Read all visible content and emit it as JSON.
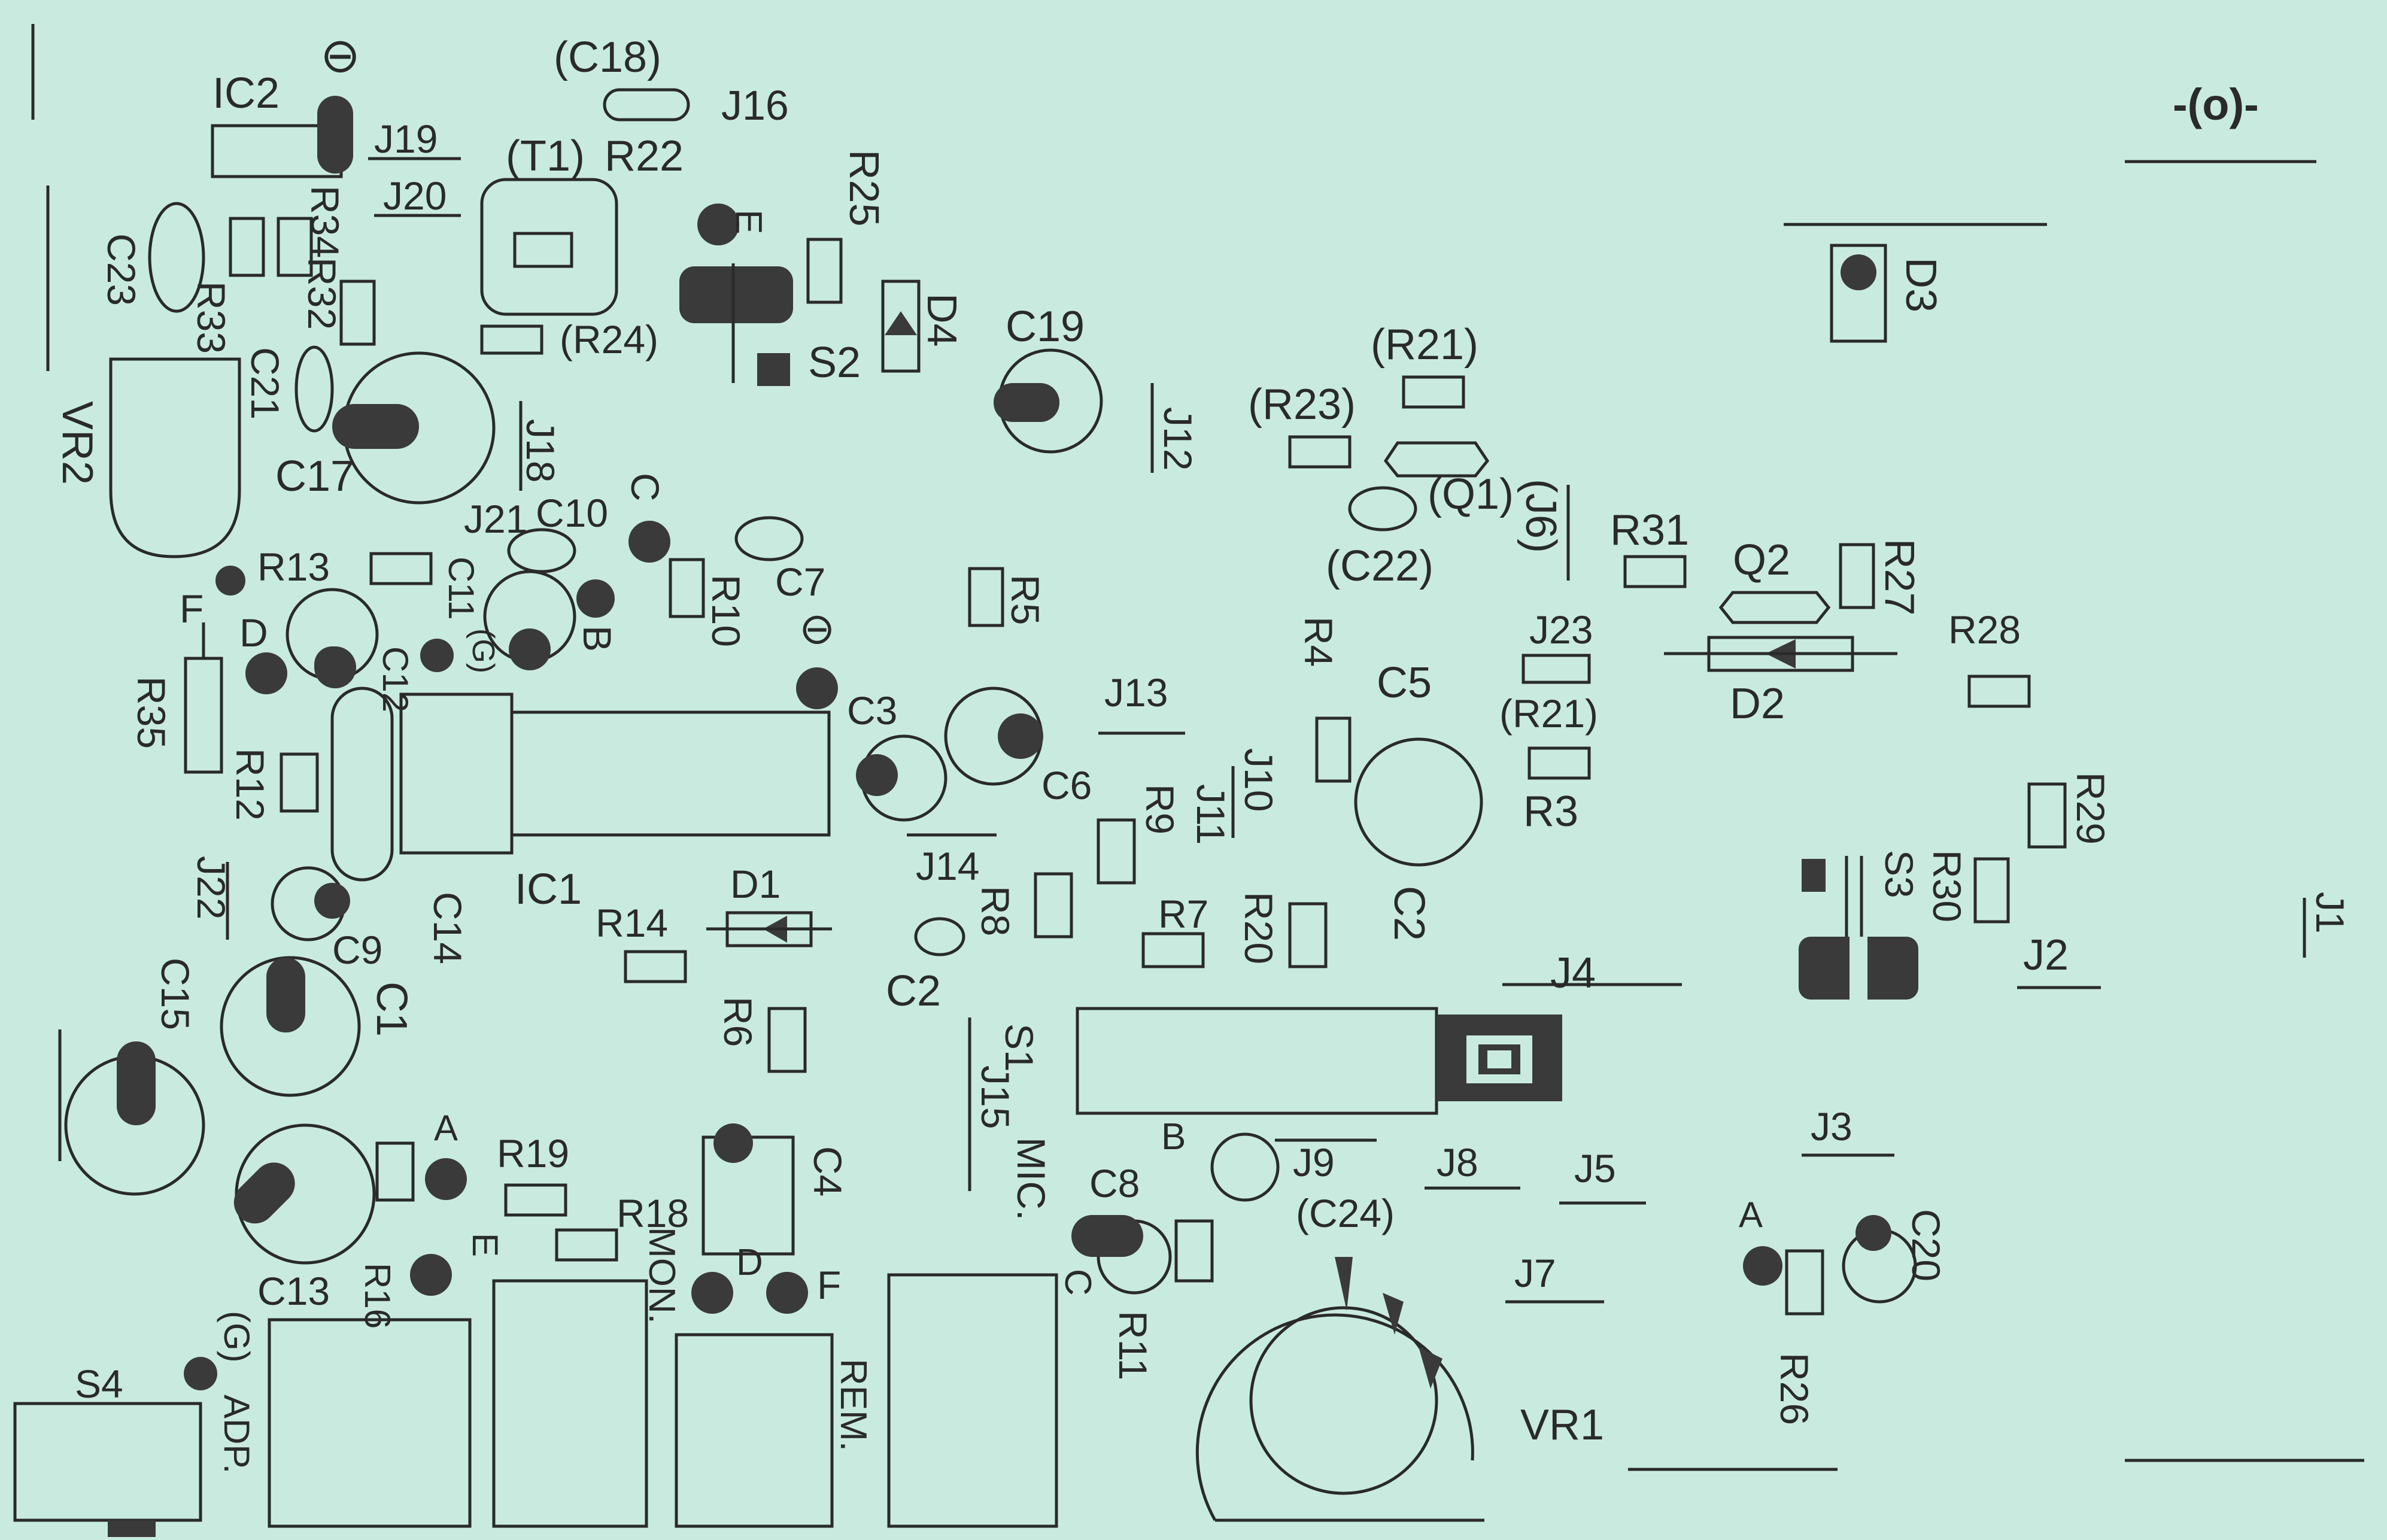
{
  "colors": {
    "board": "#c9ebdf",
    "ink": "#2a2a2a",
    "pad": "#3a3a3a"
  },
  "labels": {
    "IC2": "IC2",
    "J19": "J19",
    "J20": "J20",
    "T1": "(T1)",
    "R22": "R22",
    "C18": "(C18)",
    "J16": "J16",
    "R25": "R25",
    "E_top": "E",
    "D4": "D4",
    "S2": "S2",
    "C19": "C19",
    "J12": "J12",
    "R21_top": "(R21)",
    "R23": "(R23)",
    "Q1": "(Q1)",
    "J6": "(J6)",
    "C22": "(C22)",
    "R31": "R31",
    "Q2": "Q2",
    "R27": "R27",
    "D3": "D3",
    "O_mark": "-(o)-",
    "C23": "C23",
    "R33": "R33",
    "R34": "R34",
    "R32": "R32",
    "C21": "C21",
    "R24": "(R24)",
    "VR2": "VR2",
    "C17": "C17",
    "J18": "J18",
    "J21": "J21",
    "C10": "C10",
    "C_lbl": "C",
    "R10": "R10",
    "C7": "C7",
    "R5": "R5",
    "R4": "R4",
    "C5": "C5",
    "J23": "J23",
    "R21_mid": "(R21)",
    "R28": "R28",
    "D2": "D2",
    "R3": "R3",
    "R13": "R13",
    "C11": "C11",
    "G_mid": "(G)",
    "B_mid": "B",
    "F_lbl": "F",
    "D_lbl": "D",
    "C12": "C12",
    "R35": "R35",
    "R12": "R12",
    "C3": "C3",
    "C6": "C6",
    "J13": "J13",
    "J10": "J10",
    "J11": "J11",
    "R9": "R9",
    "C2_right": "C2",
    "R29": "R29",
    "S3": "S3",
    "R30": "R30",
    "J2": "J2",
    "J1": "J1",
    "IC1": "IC1",
    "C14": "C14",
    "J22": "J22",
    "C9": "C9",
    "J14": "J14",
    "R8": "R8",
    "R14": "R14",
    "D1": "D1",
    "R7": "R7",
    "R20": "R20",
    "J4": "J4",
    "C15": "C15",
    "C1": "C1",
    "C2_left": "C2",
    "R6": "R6",
    "S1": "S1",
    "J15": "J15",
    "MIC": "MIC.",
    "B_low": "B",
    "J9": "J9",
    "J8": "J8",
    "J5": "J5",
    "J3": "J3",
    "C24": "(C24)",
    "A_right": "A",
    "C20": "C20",
    "A_left": "A",
    "R19": "R19",
    "R18": "R18",
    "C4": "C4",
    "C8": "C8",
    "C_low": "C",
    "J7": "J7",
    "E_low": "E",
    "R16": "R16",
    "C13": "C13",
    "MON": "MON.",
    "D_low": "D",
    "F_low": "F",
    "R11": "R11",
    "R26": "R26",
    "S4": "S4",
    "G_low": "(G)",
    "ADP": "ADP.",
    "REM": "REM.",
    "VR1": "VR1",
    "minus_IC2": "⊖",
    "minus_C7": "⊖"
  }
}
